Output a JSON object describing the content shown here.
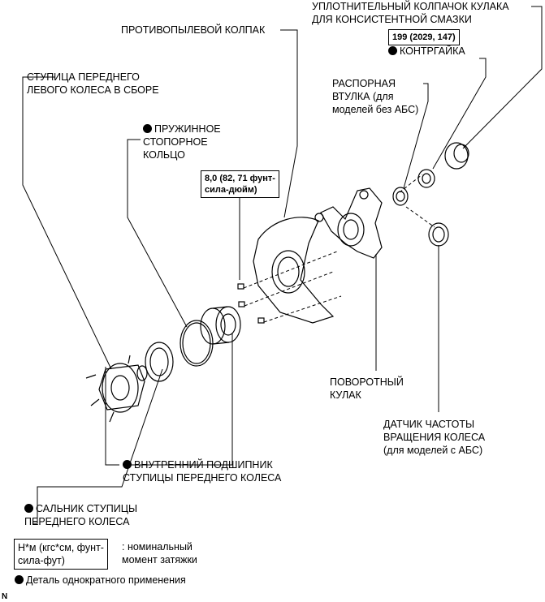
{
  "labels": {
    "dust_cover": "ПРОТИВОПЫЛЕВОЙ КОЛПАК",
    "grease_cap": "УПЛОТНИТЕЛЬНЫЙ КОЛПАЧОК КУЛАКА\nДЛЯ КОНСИСТЕНТНОЙ СМАЗКИ",
    "torque_nut": "199 (2029, 147)",
    "lock_nut": "КОНТРГАЙКА",
    "spacer": "РАСПОРНАЯ\nВТУЛКА (для\nмоделей без АБС)",
    "hub_assembly": "СТУПИЦА ПЕРЕДНЕГО\nЛЕВОГО КОЛЕСА В СБОРЕ",
    "snap_ring": "ПРУЖИННОЕ\nСТОПОРНОЕ\nКОЛЬЦО",
    "torque_bolts": "8,0 (82, 71 фунт-\nсила-дюйм)",
    "knuckle": "ПОВОРОТНЫЙ\nКУЛАК",
    "abs_sensor": "ДАТЧИК ЧАСТОТЫ\nВРАЩЕНИЯ КОЛЕСА\n(для моделей с АБС)",
    "inner_bearing": "ВНУТРЕННИЙ ПОДШИПНИК\nСТУПИЦЫ ПЕРЕДНЕГО КОЛЕСА",
    "hub_seal": "САЛЬНИК СТУПИЦЫ\nПЕРЕДНЕГО КОЛЕСА"
  },
  "legend": {
    "torque_box": "Н*м (кгс*см, фунт-\nсила-фут)",
    "torque_desc": ": номинальный\nмомент затяжки",
    "one_time": "Деталь однократного применения"
  },
  "code": "N"
}
